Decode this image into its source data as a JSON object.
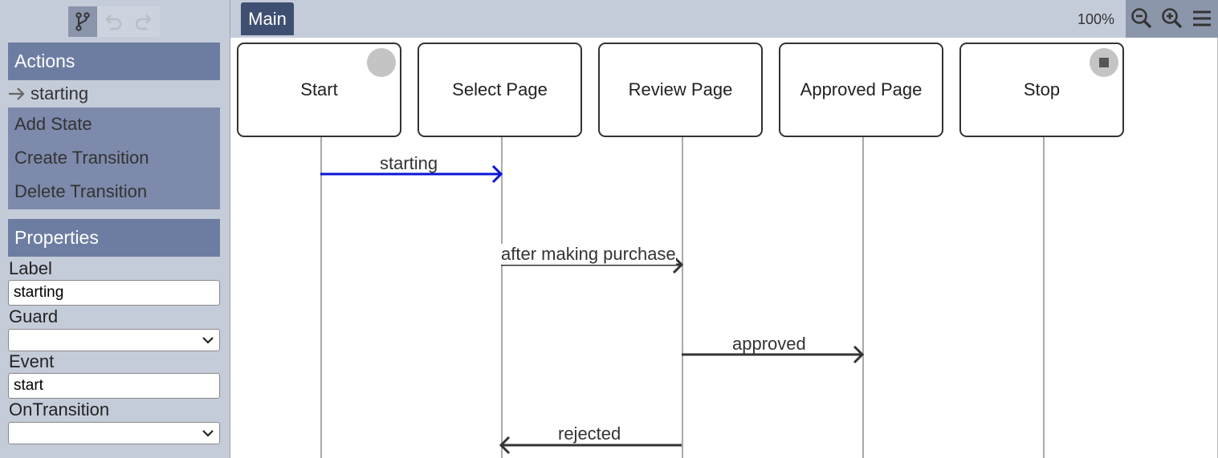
{
  "sidebar": {
    "toolbar": {
      "branch_icon": "branch-icon",
      "undo_icon": "undo-icon",
      "redo_icon": "redo-icon"
    },
    "actions": {
      "header": "Actions",
      "selected": "starting",
      "items": [
        "Add State",
        "Create Transition",
        "Delete Transition"
      ]
    },
    "properties": {
      "header": "Properties",
      "label_label": "Label",
      "label_value": "starting",
      "guard_label": "Guard",
      "guard_value": "",
      "event_label": "Event",
      "event_value": "start",
      "ontransition_label": "OnTransition",
      "ontransition_value": ""
    }
  },
  "main": {
    "tab": "Main",
    "zoom": "100%",
    "tools": [
      "zoom-out-icon",
      "zoom-in-icon",
      "menu-icon"
    ],
    "states": [
      {
        "label": "Start",
        "badge": "initial"
      },
      {
        "label": "Select Page"
      },
      {
        "label": "Review Page"
      },
      {
        "label": "Approved Page"
      },
      {
        "label": "Stop",
        "badge": "final"
      }
    ],
    "transitions": [
      {
        "label": "starting",
        "from": "Start",
        "to": "Select Page",
        "selected": true
      },
      {
        "label": "after making purchase",
        "from": "Select Page",
        "to": "Review Page"
      },
      {
        "label": "approved",
        "from": "Review Page",
        "to": "Approved Page"
      },
      {
        "label": "rejected",
        "from": "Review Page",
        "to": "Select Page"
      }
    ],
    "colors": {
      "selected_transition": "#0a14d6",
      "transition": "#333333",
      "panel_header": "#6d7da2",
      "tab": "#3f4f72"
    }
  }
}
